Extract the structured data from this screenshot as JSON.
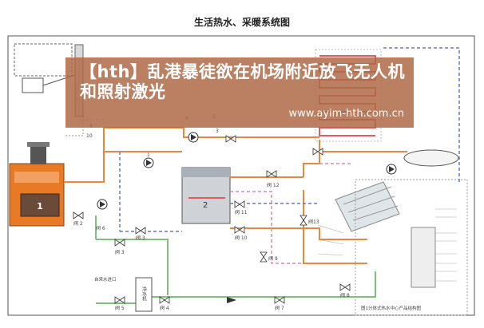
{
  "diagram": {
    "title": "生活热水、采暖系统图",
    "boiler_number": "1",
    "tank_number": "2",
    "water_purifier_label": "净水机",
    "tap_water_label": "自来水进口",
    "caption": "图1分体式热水中心产品结构图",
    "valves": {
      "v2": "阀 2",
      "v3": "阀 3",
      "v3b": "阀 3",
      "v4": "阀 4",
      "v5": "阀 5",
      "v6": "阀 6",
      "v7": "阀 7",
      "v8": "阀 8",
      "v9": "阀 9",
      "v10": "阀 10",
      "v11": "阀 11",
      "v12": "阀 12",
      "v13": "阀13"
    },
    "numbers": {
      "n1": "1",
      "n3": "3",
      "n4": "4",
      "n5": "5",
      "n8": "8",
      "n10": "10"
    }
  },
  "banner": {
    "headline": "【hth】乱港暴徒欲在机场附近放飞无人机和照射激光",
    "url": "www.ayim-hth.com.cn"
  },
  "colors": {
    "hot_pipe": "#e8893a",
    "cold_pipe": "#7fc07a",
    "return_pipe": "#6677cc",
    "boiler_orange": "#e87a25",
    "boiler_dark": "#6b4a3a",
    "banner_bg": "#b06a48"
  }
}
